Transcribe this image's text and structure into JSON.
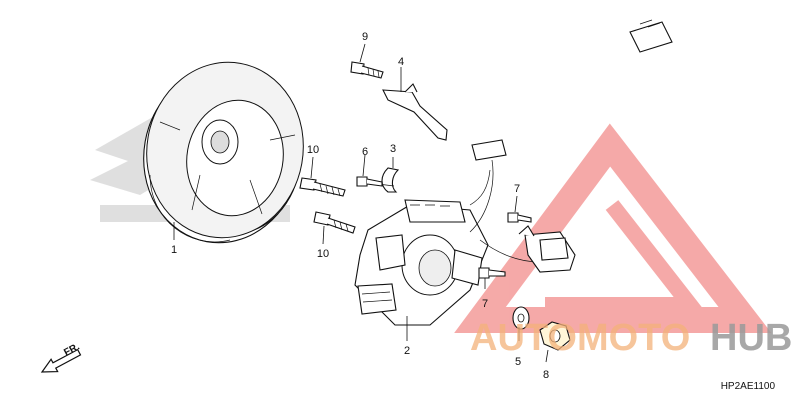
{
  "diagram_code": "HP2AE1100",
  "direction_label": "FR.",
  "watermark": {
    "text_colored": "AUTOMOTO",
    "text_gray": "HUB",
    "colors": {
      "triangle": "#e9433f",
      "colored_text": "#f4a15a",
      "gray_text": "#8c8c8c"
    }
  },
  "callouts": [
    {
      "id": "1",
      "label": "1"
    },
    {
      "id": "2",
      "label": "2"
    },
    {
      "id": "3",
      "label": "3"
    },
    {
      "id": "4",
      "label": "4"
    },
    {
      "id": "5",
      "label": "5"
    },
    {
      "id": "6",
      "label": "6"
    },
    {
      "id": "7a",
      "label": "7"
    },
    {
      "id": "7b",
      "label": "7"
    },
    {
      "id": "8",
      "label": "8"
    },
    {
      "id": "9",
      "label": "9"
    },
    {
      "id": "10a",
      "label": "10"
    },
    {
      "id": "10b",
      "label": "10"
    }
  ],
  "icons": [
    "honda-wing-logo-watermark",
    "front-direction-arrow-icon",
    "automotohub-triangle-logo"
  ]
}
